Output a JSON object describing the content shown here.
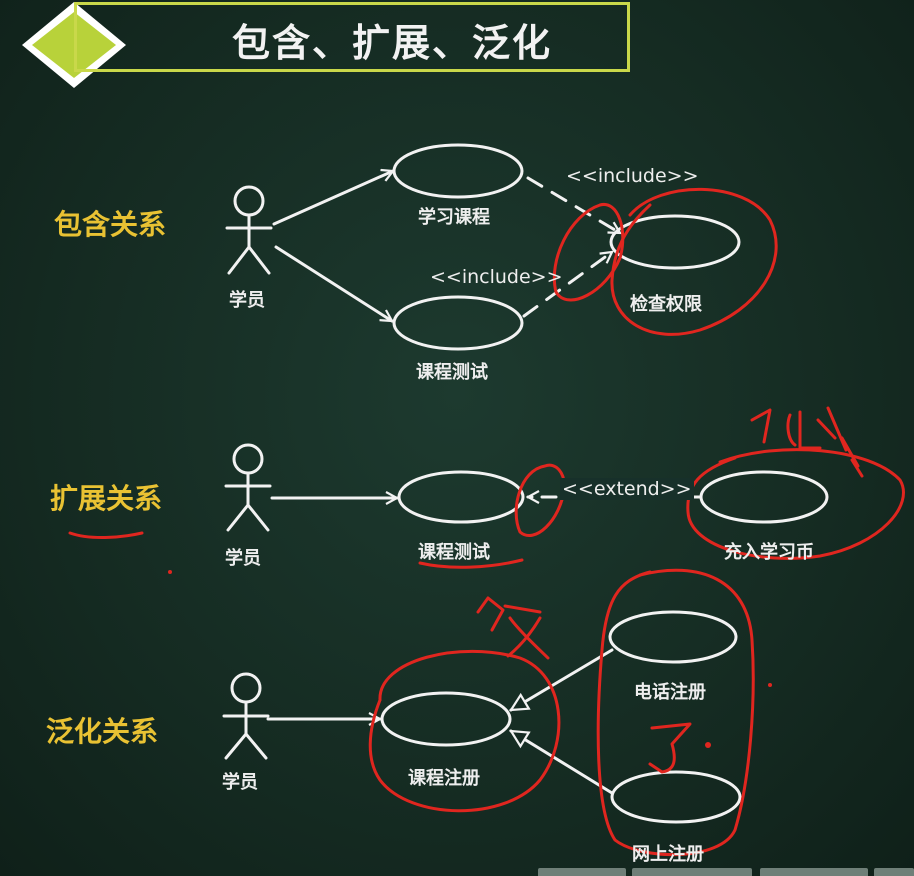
{
  "title": "包含、扩展、泛化",
  "sections": {
    "include": {
      "label": "包含关系",
      "actor": "学员",
      "usecase_a": "学习课程",
      "usecase_b": "课程测试",
      "target": "检查权限",
      "stereotype_1": "<<include>>",
      "stereotype_2": "<<include>>"
    },
    "extend": {
      "label": "扩展关系",
      "actor": "学员",
      "base": "课程测试",
      "extension": "充入学习币",
      "stereotype": "<<extend>>"
    },
    "generalize": {
      "label": "泛化关系",
      "actor": "学员",
      "parent": "课程注册",
      "child_1": "电话注册",
      "child_2": "网上注册"
    }
  },
  "colors": {
    "background": "#152a22",
    "title_border": "#c9d84a",
    "section_label": "#e9c233",
    "annotation": "#e0261f",
    "line": "#f2f2f2"
  }
}
